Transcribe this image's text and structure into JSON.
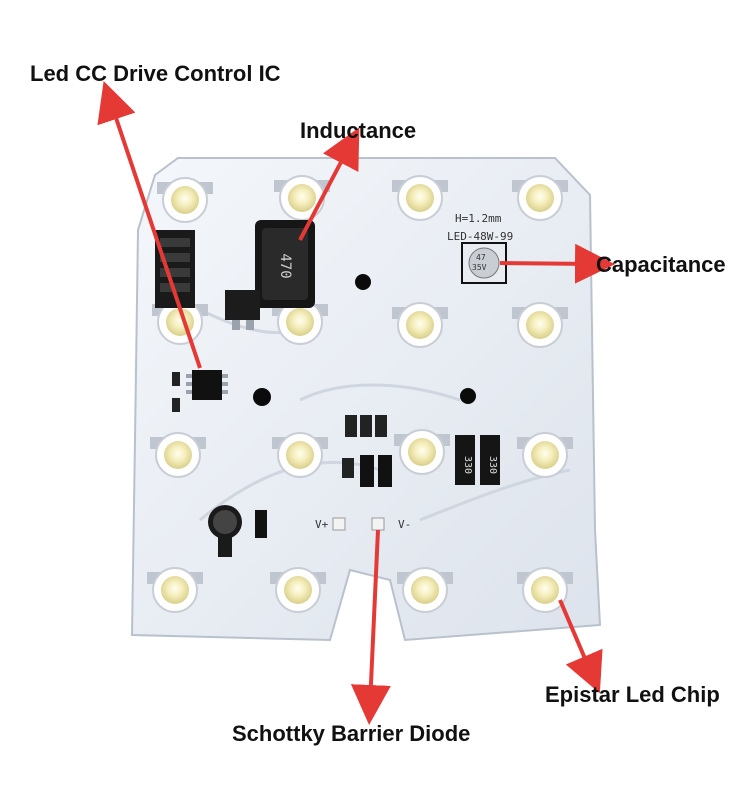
{
  "callouts": {
    "driver_ic": "Led CC Drive Control IC",
    "inductance": "Inductance",
    "capacitance": "Capacitance",
    "led_chip": "Epistar Led Chip",
    "diode": "Schottky Barrier Diode"
  },
  "board_markings": {
    "thickness": "H=1.2mm",
    "model": "LED-48W-99",
    "v_plus": "V+",
    "v_minus": "V-",
    "inductor_code": "470",
    "capacitor_small": [
      "47",
      "35V"
    ],
    "resistor_1": "330",
    "resistor_2": "330",
    "capacitor_large": "47 35V"
  },
  "colors": {
    "board": "#eef2f7",
    "arrow": "#e53935",
    "led_ring": "#ffffff",
    "led_chip": "#f4eec0"
  }
}
